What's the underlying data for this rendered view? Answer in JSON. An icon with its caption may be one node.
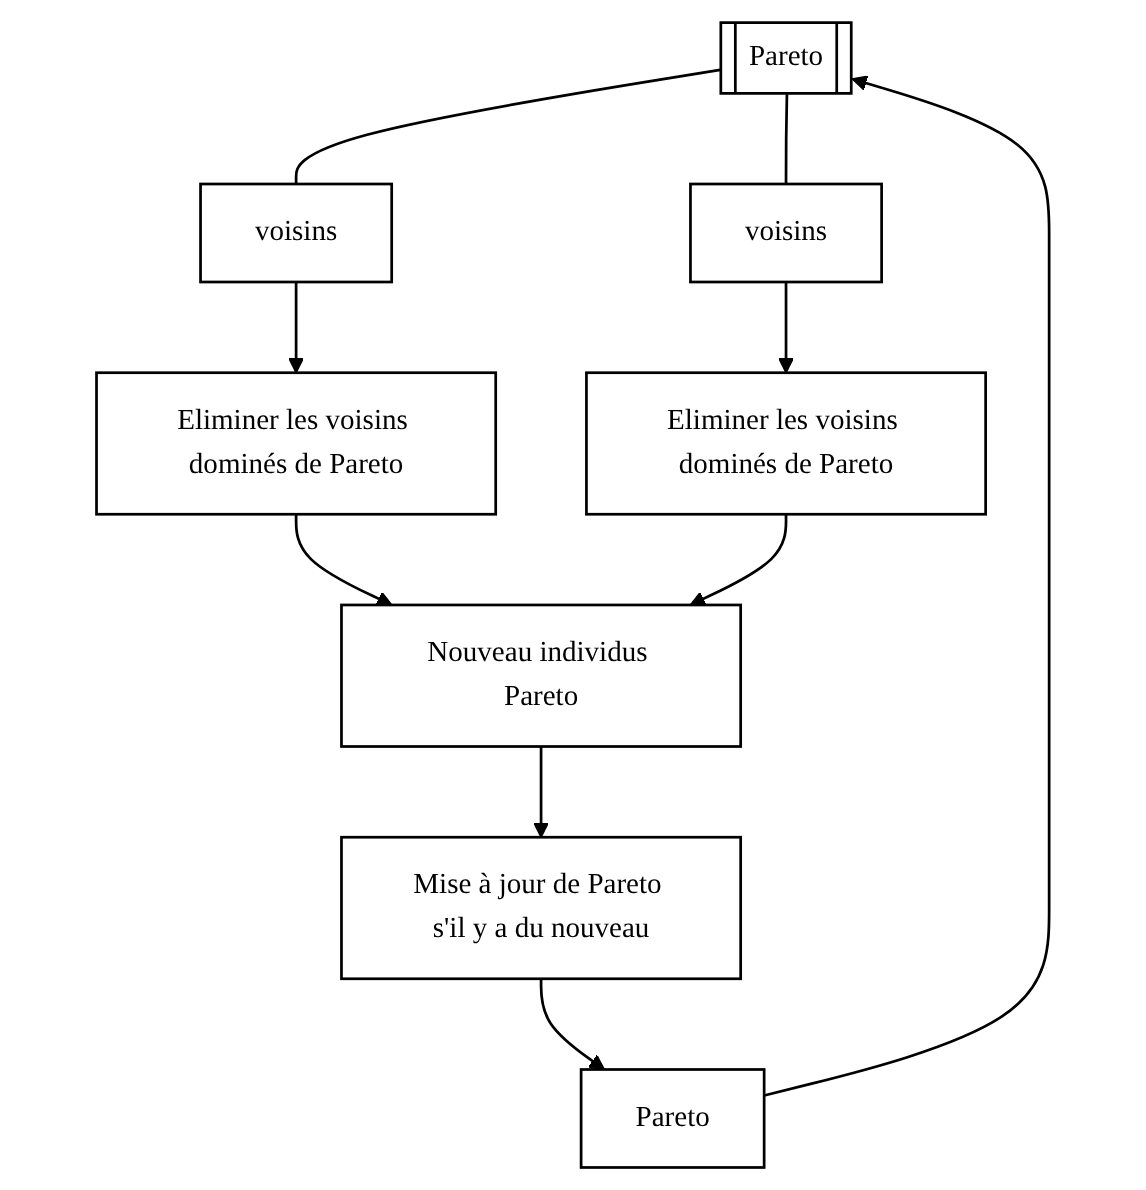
{
  "diagram": {
    "nodes": [
      {
        "text": [
          "Pareto"
        ]
      },
      {
        "text": [
          "voisins"
        ]
      },
      {
        "text": [
          "voisins"
        ]
      },
      {
        "text": [
          "Eliminer les voisins dominés de Pareto"
        ]
      },
      {
        "text": [
          "Eliminer les voisins dominés de Pareto"
        ]
      },
      {
        "text": [
          "Nouveau individus Pareto"
        ]
      },
      {
        "text": [
          "Mise à jour de Pareto s'il y a du nouveau"
        ]
      },
      {
        "text": [
          "Pareto"
        ]
      }
    ],
    "edges": [
      {
        "from": 0,
        "to": 1,
        "arrow": "none"
      },
      {
        "from": 0,
        "to": 2,
        "arrow": "none"
      },
      {
        "from": 1,
        "to": 3,
        "arrow": "to"
      },
      {
        "from": 2,
        "to": 4,
        "arrow": "to"
      },
      {
        "from": 3,
        "to": 5,
        "arrow": "to"
      },
      {
        "from": 4,
        "to": 5,
        "arrow": "to"
      },
      {
        "from": 5,
        "to": 6,
        "arrow": "to"
      },
      {
        "from": 6,
        "to": 7,
        "arrow": "to"
      },
      {
        "from": 7,
        "to": 0,
        "arrow": "to"
      }
    ]
  }
}
